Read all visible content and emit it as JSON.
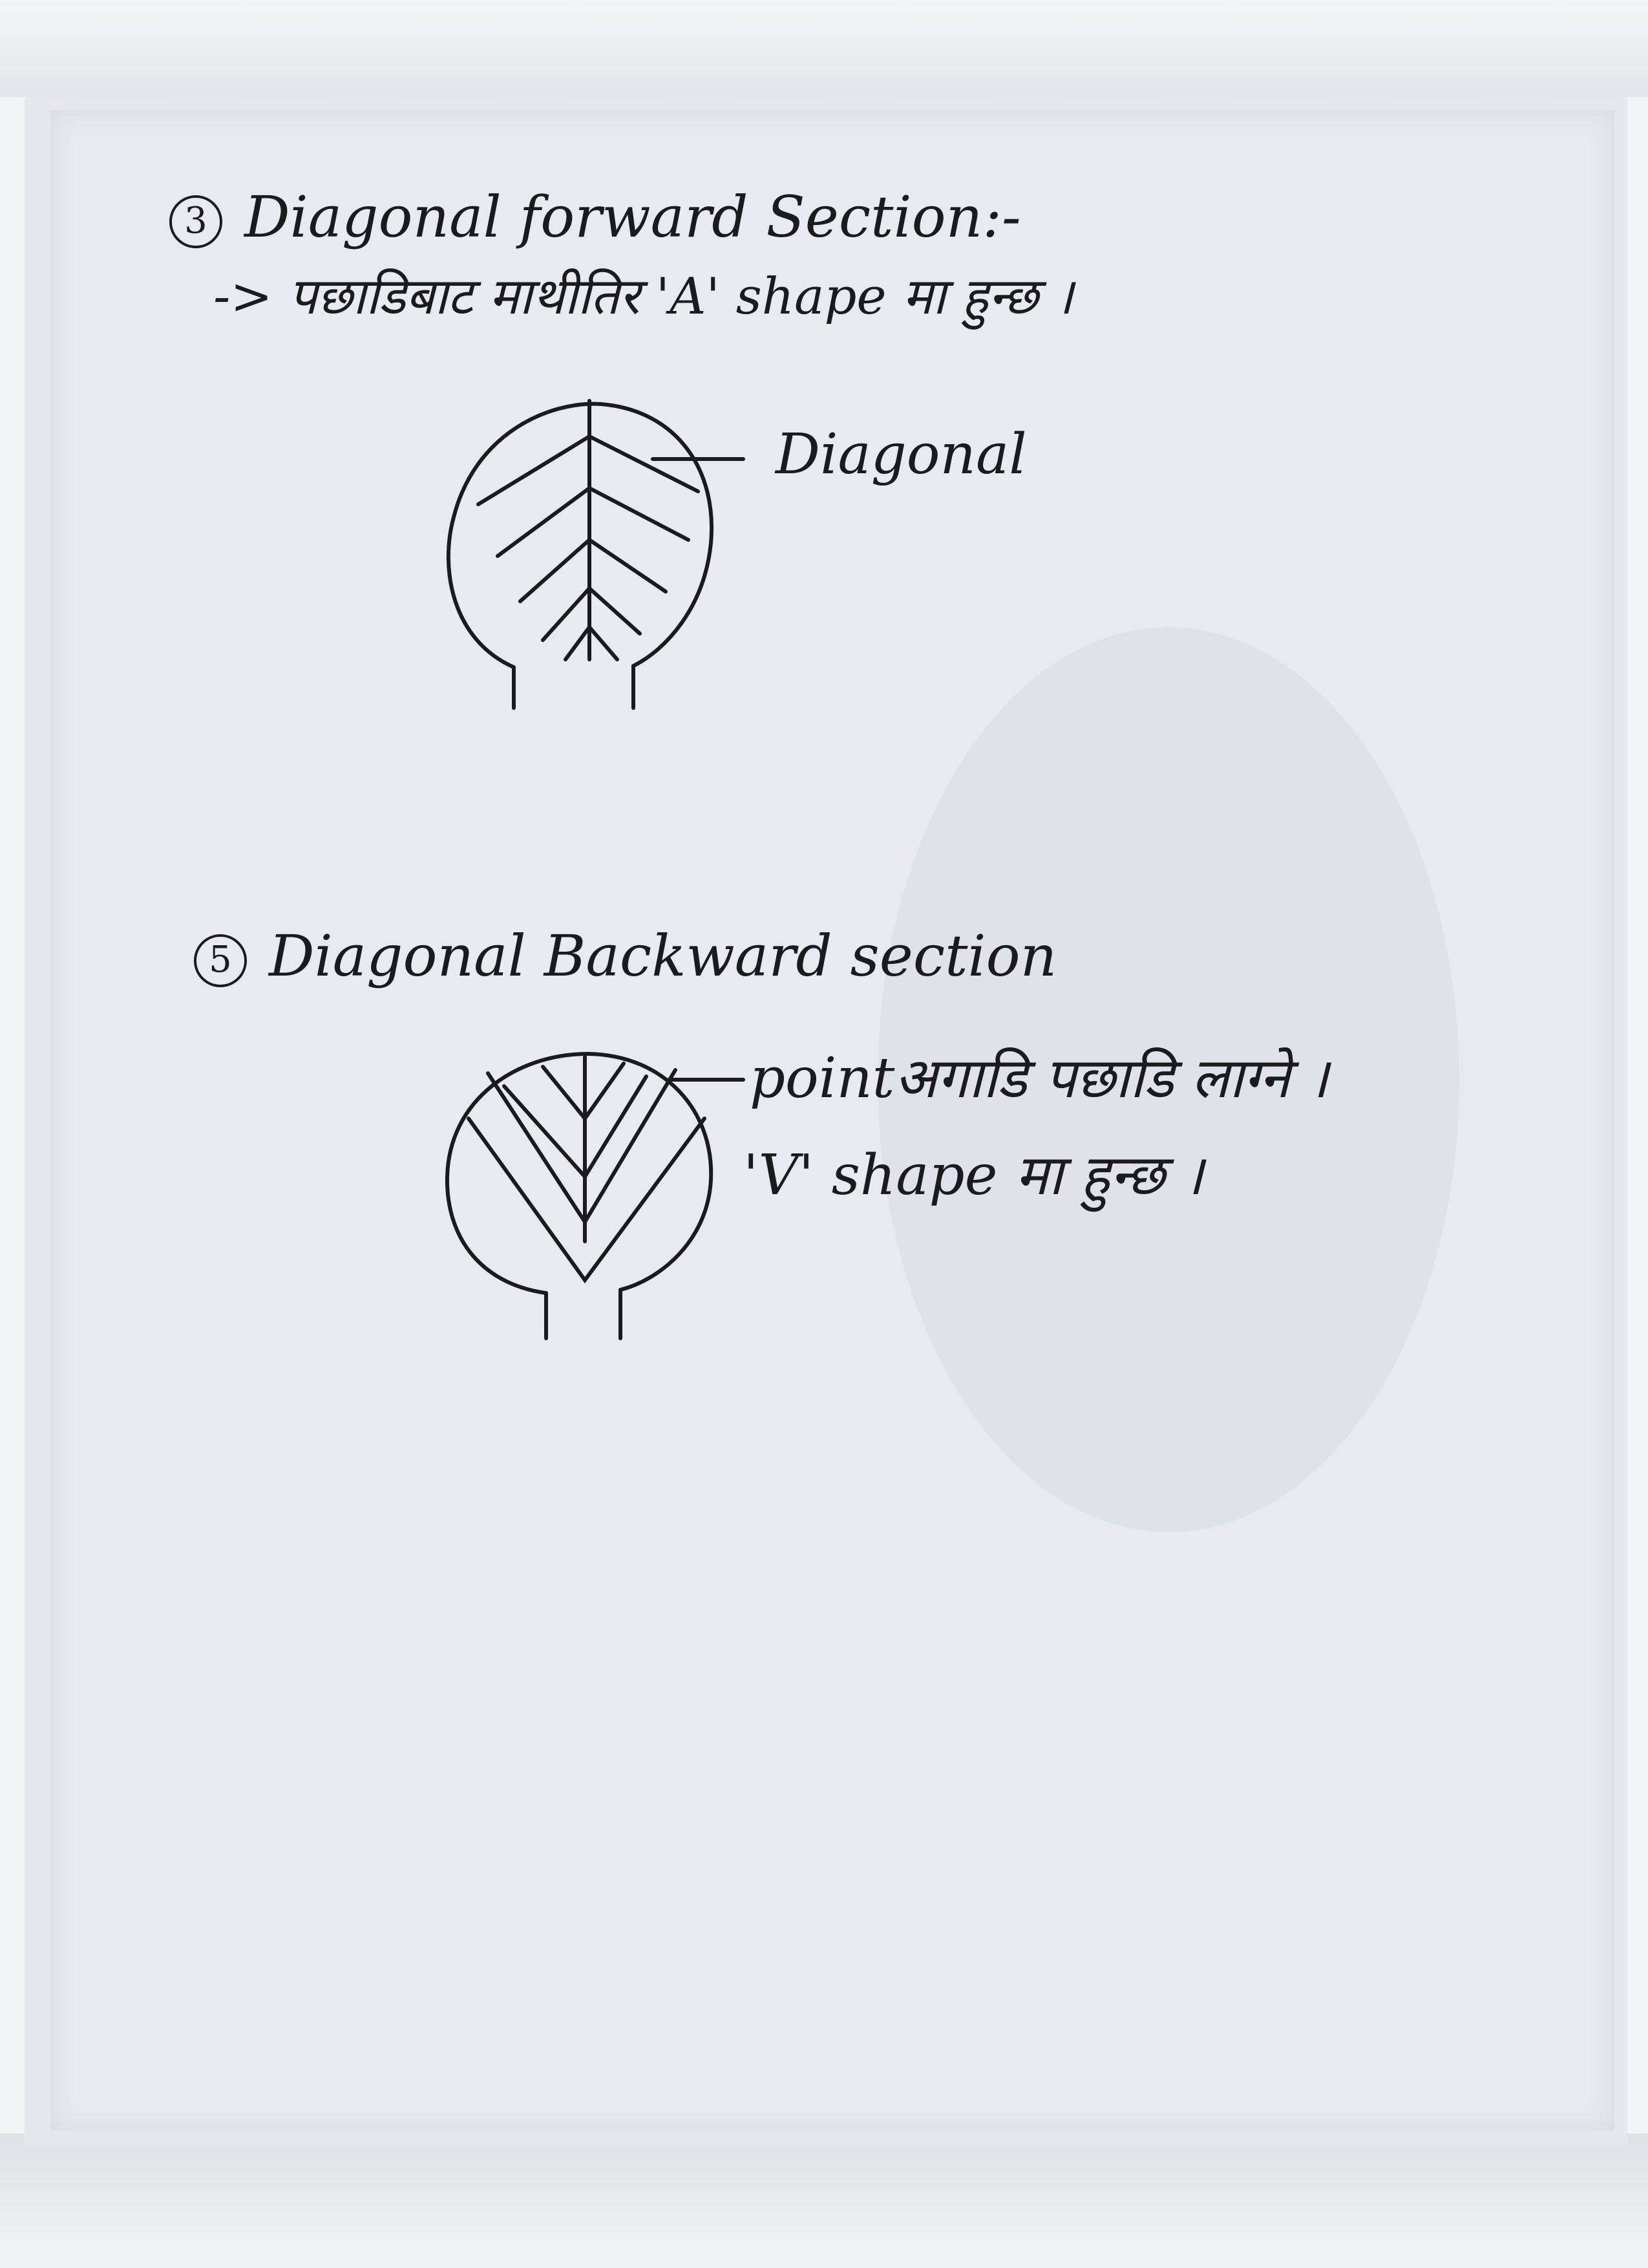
{
  "section3": {
    "number": "3",
    "heading": "Diagonal forward Section:-",
    "note": "-> पछाडिबाट माथीतिर 'A' shape मा हुन्छ ।",
    "label": "Diagonal"
  },
  "section5": {
    "number": "5",
    "heading": "Diagonal Backward section",
    "note_line1": "pointअगाडि पछाडि लाग्ने ।",
    "note_line2": "'V' shape मा हुन्छ ।"
  },
  "colors": {
    "ink": "#1a1a1f",
    "paper": "#e9eaf0"
  }
}
